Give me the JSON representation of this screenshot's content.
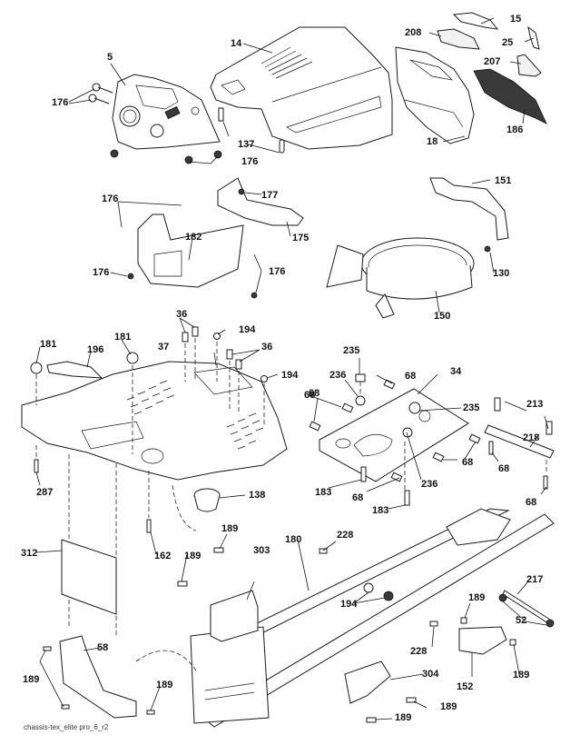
{
  "diagram": {
    "title": "Chassis / Hood Parts Diagram",
    "caption": "chassis-tex_elite pro_6_r2",
    "callouts": [
      {
        "id": "c5",
        "text": "5"
      },
      {
        "id": "c14",
        "text": "14"
      },
      {
        "id": "c15",
        "text": "15"
      },
      {
        "id": "c208",
        "text": "208"
      },
      {
        "id": "c25",
        "text": "25"
      },
      {
        "id": "c207",
        "text": "207"
      },
      {
        "id": "c186",
        "text": "186"
      },
      {
        "id": "c18",
        "text": "18"
      },
      {
        "id": "c176a",
        "text": "176"
      },
      {
        "id": "c137",
        "text": "137"
      },
      {
        "id": "c176b",
        "text": "176"
      },
      {
        "id": "c176c",
        "text": "176"
      },
      {
        "id": "c177",
        "text": "177"
      },
      {
        "id": "c175",
        "text": "175"
      },
      {
        "id": "c182",
        "text": "182"
      },
      {
        "id": "c176d",
        "text": "176"
      },
      {
        "id": "c176e",
        "text": "176"
      },
      {
        "id": "c151",
        "text": "151"
      },
      {
        "id": "c130",
        "text": "130"
      },
      {
        "id": "c150",
        "text": "150"
      },
      {
        "id": "c36a",
        "text": "36"
      },
      {
        "id": "c194a",
        "text": "194"
      },
      {
        "id": "c36b",
        "text": "36"
      },
      {
        "id": "c194b",
        "text": "194"
      },
      {
        "id": "c181a",
        "text": "181"
      },
      {
        "id": "c196",
        "text": "196"
      },
      {
        "id": "c181b",
        "text": "181"
      },
      {
        "id": "c37",
        "text": "37"
      },
      {
        "id": "c235a",
        "text": "235"
      },
      {
        "id": "c236a",
        "text": "236"
      },
      {
        "id": "c68a",
        "text": "68"
      },
      {
        "id": "c34",
        "text": "34"
      },
      {
        "id": "c68b",
        "text": "68"
      },
      {
        "id": "c235b",
        "text": "235"
      },
      {
        "id": "c68c",
        "text": "68"
      },
      {
        "id": "c213",
        "text": "213"
      },
      {
        "id": "c218",
        "text": "218"
      },
      {
        "id": "c68d",
        "text": "68"
      },
      {
        "id": "c68e",
        "text": "68"
      },
      {
        "id": "c183a",
        "text": "183"
      },
      {
        "id": "c68f",
        "text": "68"
      },
      {
        "id": "c236b",
        "text": "236"
      },
      {
        "id": "c183b",
        "text": "183"
      },
      {
        "id": "c68g",
        "text": "68"
      },
      {
        "id": "c287",
        "text": "287"
      },
      {
        "id": "c138",
        "text": "138"
      },
      {
        "id": "c312",
        "text": "312"
      },
      {
        "id": "c162",
        "text": "162"
      },
      {
        "id": "c189a",
        "text": "189"
      },
      {
        "id": "c189b",
        "text": "189"
      },
      {
        "id": "c303",
        "text": "303"
      },
      {
        "id": "c180",
        "text": "180"
      },
      {
        "id": "c228a",
        "text": "228"
      },
      {
        "id": "c194c",
        "text": "194"
      },
      {
        "id": "c217",
        "text": "217"
      },
      {
        "id": "c52",
        "text": "52"
      },
      {
        "id": "c189c",
        "text": "189"
      },
      {
        "id": "c228b",
        "text": "228"
      },
      {
        "id": "c58",
        "text": "58"
      },
      {
        "id": "c189d",
        "text": "189"
      },
      {
        "id": "c189e",
        "text": "189"
      },
      {
        "id": "c304",
        "text": "304"
      },
      {
        "id": "c152",
        "text": "152"
      },
      {
        "id": "c189f",
        "text": "189"
      },
      {
        "id": "c189g",
        "text": "189"
      },
      {
        "id": "c189h",
        "text": "189"
      }
    ]
  }
}
